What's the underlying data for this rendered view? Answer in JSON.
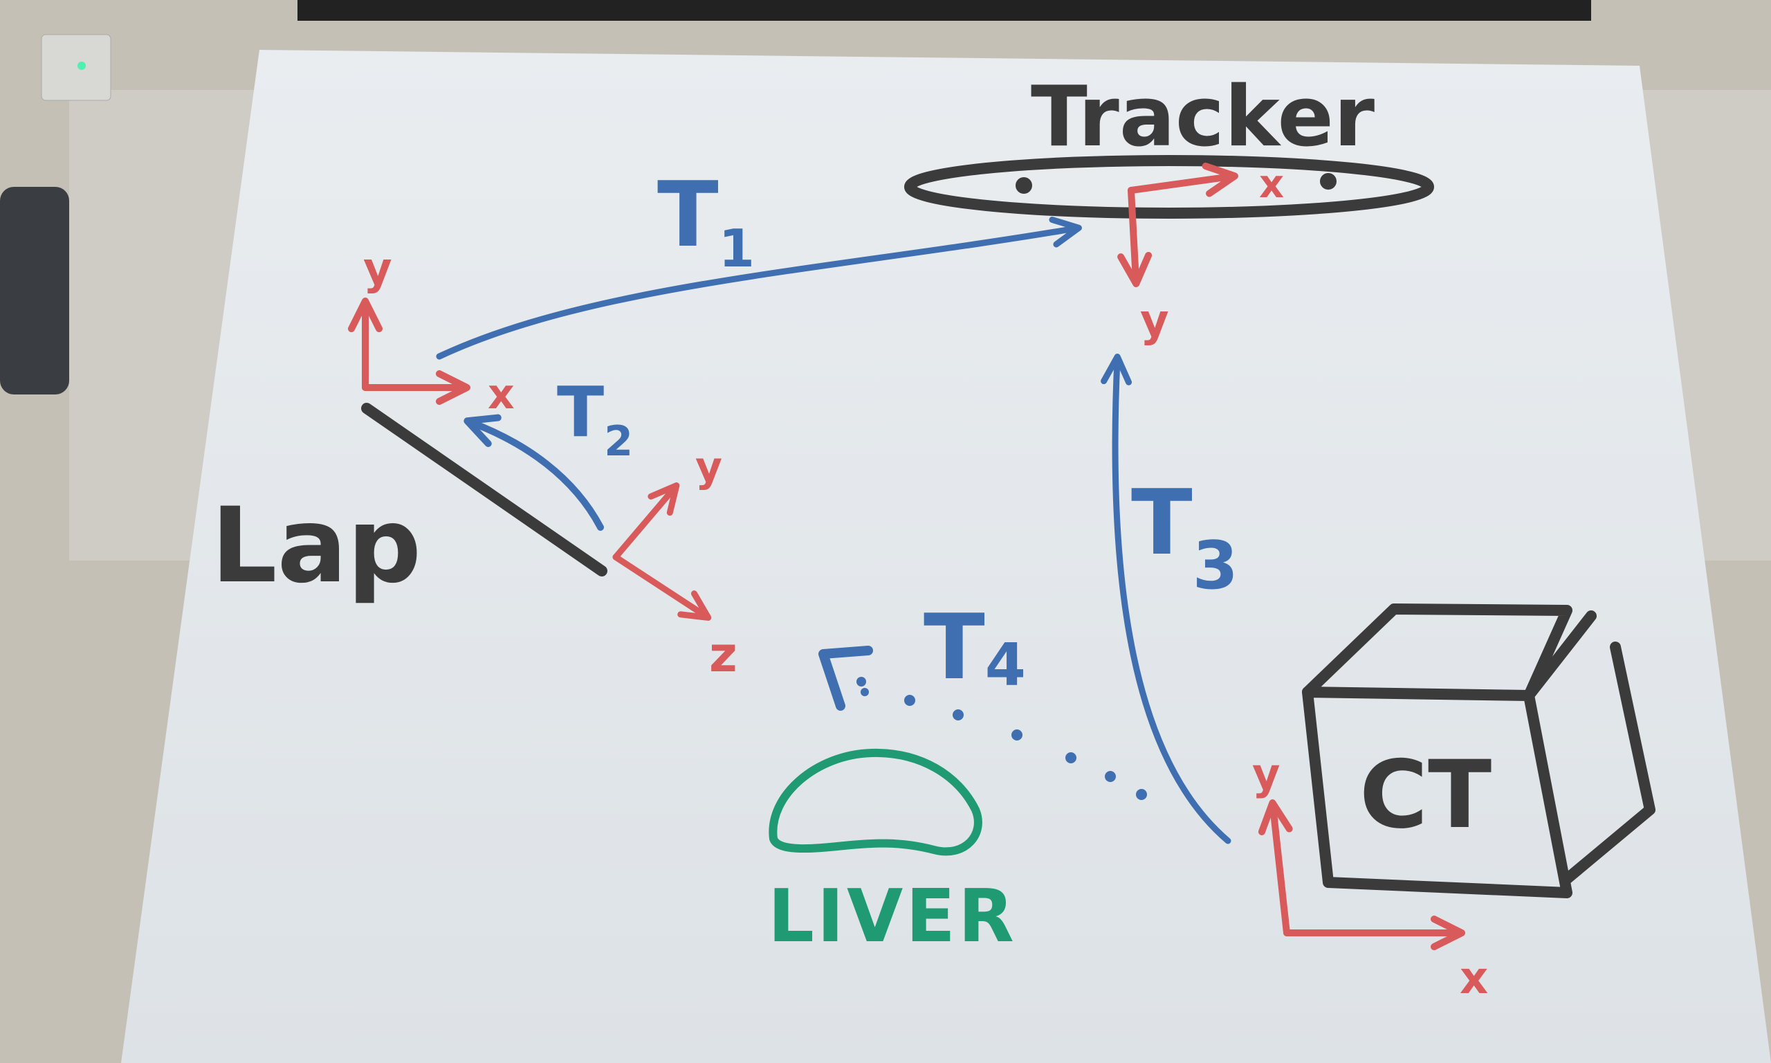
{
  "labels": {
    "tracker": "Tracker",
    "lap": "Lap",
    "ct": "CT",
    "liver": "LIVER",
    "t1": "T",
    "t1_sub": "1",
    "t2": "T",
    "t2_sub": "2",
    "t3": "T",
    "t3_sub": "3",
    "t4": "T",
    "t4_sub": "4"
  },
  "axes": {
    "tracker_x": "x",
    "tracker_y": "y",
    "lap_x": "x",
    "lap_y": "y",
    "tool_y": "y",
    "tool_z": "z",
    "ct_x": "x",
    "ct_y": "y"
  },
  "colors": {
    "axis_red": "#d85a5a",
    "transform_blue": "#3f6fb0",
    "object_dark": "#3a3b3a",
    "liver_green": "#1f9a72",
    "paper": "#e7ebee"
  }
}
